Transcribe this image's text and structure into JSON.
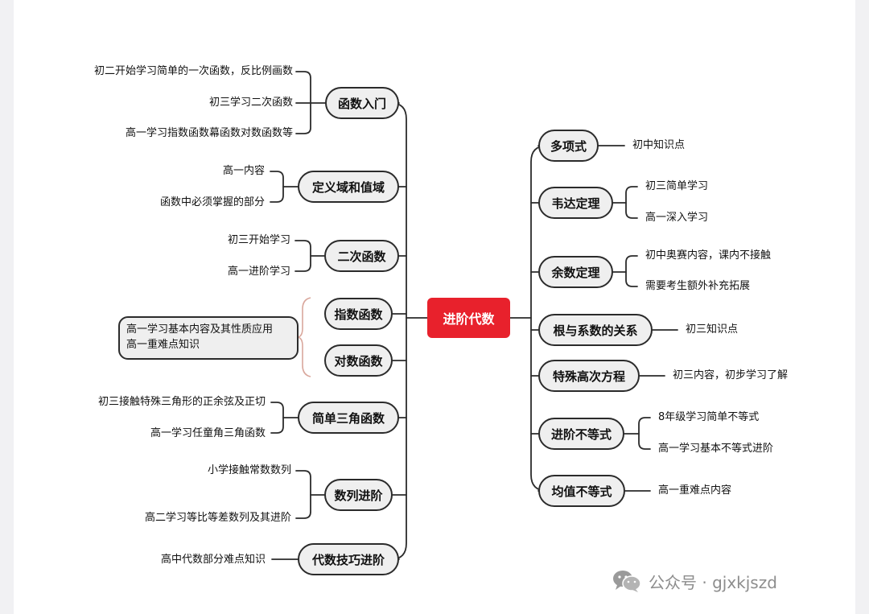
{
  "center": "进阶代数",
  "left_branches": [
    {
      "label": "函数入门",
      "leaves": [
        "初二开始学习简单的一次函数，反比例画数",
        "初三学习二次函数",
        "高一学习指数函数幕函数对数函数等"
      ]
    },
    {
      "label": "定义域和值域",
      "leaves": [
        "高一内容",
        "函数中必须掌握的部分"
      ]
    },
    {
      "label": "二次函数",
      "leaves": [
        "初三开始学习",
        "高一进阶学习"
      ]
    },
    {
      "label": "指数函数",
      "leaves": []
    },
    {
      "label": "对数函数",
      "leaves": []
    },
    {
      "label": "简单三角函数",
      "leaves": [
        "初三接触特殊三角形的正余弦及正切",
        "高一学习任童角三角函数"
      ]
    },
    {
      "label": "数列进阶",
      "leaves": [
        "小学接触常数数列",
        "高二学习等比等差数列及其进阶"
      ]
    },
    {
      "label": "代数技巧进阶",
      "leaves": [
        "高中代数部分难点知识"
      ]
    }
  ],
  "shared_box": {
    "line1": "高一学习基本内容及其性质应用",
    "line2": "高一重难点知识"
  },
  "right_branches": [
    {
      "label": "多项式",
      "leaves": [
        "初中知识点"
      ]
    },
    {
      "label": "韦达定理",
      "leaves": [
        "初三简单学习",
        "高一深入学习"
      ]
    },
    {
      "label": "余数定理",
      "leaves": [
        "初中奥赛内容，课内不接触",
        "需要考生额外补充拓展"
      ]
    },
    {
      "label": "根与系数的关系",
      "leaves": [
        "初三知识点"
      ]
    },
    {
      "label": "特殊高次方程",
      "leaves": [
        "初三内容，初步学习了解"
      ]
    },
    {
      "label": "进阶不等式",
      "leaves": [
        "8年级学习简单不等式",
        "高一学习基本不等式进阶"
      ]
    },
    {
      "label": "均值不等式",
      "leaves": [
        "高一重难点内容"
      ]
    }
  ],
  "watermark": {
    "text": "公众号 · gjxkjszd",
    "icon": "wechat-icon"
  },
  "colors": {
    "center": "#e8212c",
    "node_fill": "#efefef",
    "stroke": "#2b2b2b",
    "bracket": "#d9a79c"
  }
}
